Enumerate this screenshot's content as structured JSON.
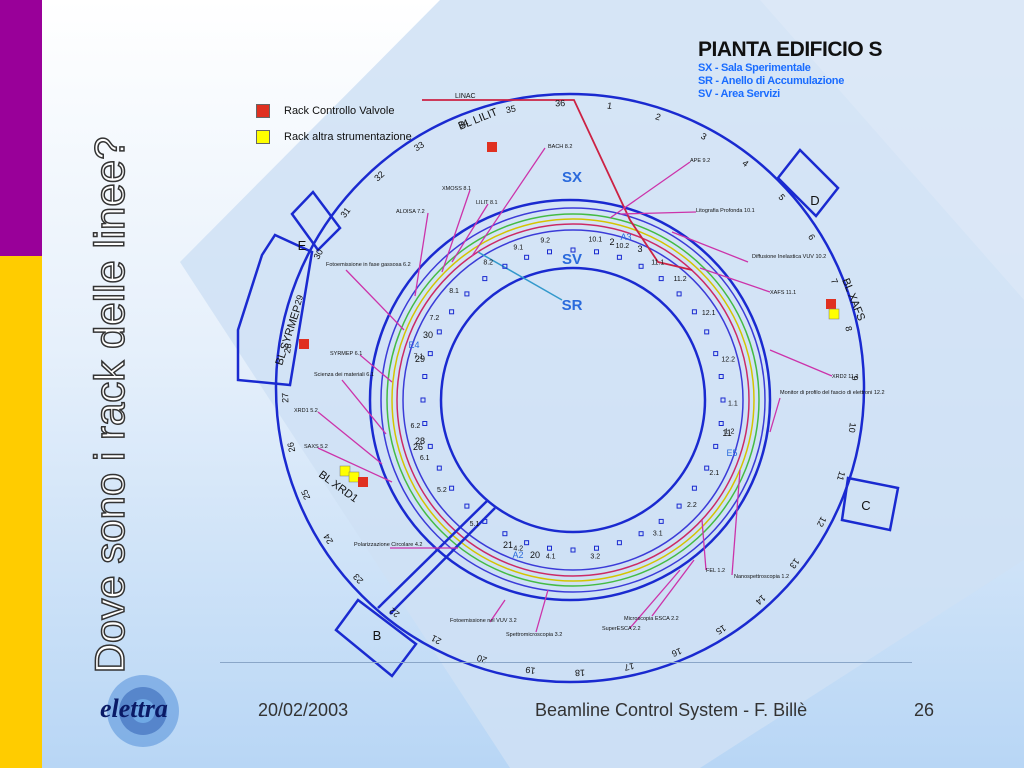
{
  "slide": {
    "side_title": "Dove sono i rack delle linee?",
    "footer_date": "20/02/2003",
    "footer_center": "Beamline Control System - F. Billè",
    "footer_page": "26",
    "logo_text": "elettra"
  },
  "diagram": {
    "title": "PIANTA EDIFICIO S",
    "subtitles": [
      "SX - Sala Sperimentale",
      "SR - Anello di Accumulazione",
      "SV - Area Servizi"
    ],
    "legend": [
      {
        "label": "Rack Controllo Valvole",
        "color": "#e03020"
      },
      {
        "label": "Rack altra strumentazione",
        "color": "#ffff00"
      }
    ],
    "area_labels": [
      "SX",
      "SV",
      "SR"
    ],
    "building_labels": [
      "B",
      "C",
      "D",
      "E"
    ],
    "bl_labels": [
      "BL LILIT",
      "BL XAFS",
      "BL SYRMEP",
      "BL XRD1"
    ],
    "linac_label": "LINAC",
    "outer_numbers": [
      "36",
      "1",
      "2",
      "3",
      "4",
      "5",
      "6",
      "7",
      "8",
      "9",
      "10",
      "11",
      "12",
      "13",
      "14",
      "15",
      "16",
      "17",
      "18",
      "19",
      "20",
      "21",
      "22",
      "23",
      "24",
      "25",
      "26",
      "27",
      "28",
      "29",
      "30",
      "31",
      "32",
      "33",
      "34",
      "35"
    ],
    "inner_labels": [
      "10.1",
      "10.2",
      "9.2",
      "9.1",
      "8.2",
      "11.1",
      "11.2",
      "8.1",
      "12.1",
      "7.2",
      "12.2",
      "7.1",
      "1.1",
      "6.2",
      "1.2",
      "6.1",
      "2.1",
      "5.2",
      "2.2",
      "5.1",
      "3.1",
      "4.2",
      "4.1",
      "3.2"
    ],
    "ring_numbers": [
      "2",
      "3",
      "30",
      "29",
      "21",
      "20",
      "28",
      "26",
      "11"
    ],
    "ring_codes": [
      "A3",
      "E4",
      "E5",
      "A2"
    ],
    "beamline_names": [
      "BACH 8.2",
      "APE 9.2",
      "XMOSS 8.1",
      "LILIT 8.1",
      "ALOISA 7.2",
      "Litografia Profonda 10.1",
      "Diffusione Inelastica VUV 10.2",
      "XAFS 11.1",
      "Fotoemissione in fase gassosa 6.2",
      "SYRMEP 6.1",
      "Scienza dei materiali 6.1",
      "XRD1 5.2",
      "SAXS 5.2",
      "Monitor di profilo del fascio di elettroni 12.2",
      "XRD2 11.2",
      "Polarizzazione Circolare 4.2",
      "FEL 1.2",
      "Nanospettroscopia 1.2",
      "Microscopia ESCA 2.2",
      "SuperESCA 2.2",
      "Fotoemissione nel VUV 3.2",
      "Spettromicroscopia 3.2"
    ]
  }
}
